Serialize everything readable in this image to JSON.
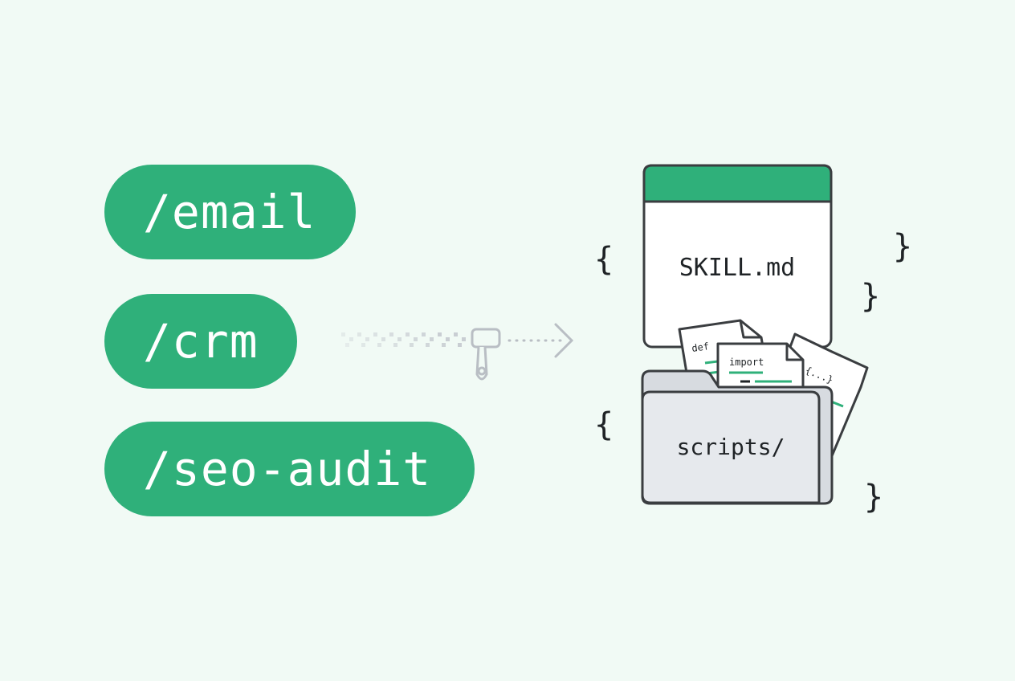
{
  "commands": [
    {
      "label": "/email"
    },
    {
      "label": "/crm"
    },
    {
      "label": "/seo-audit"
    }
  ],
  "skill_file": {
    "name": "SKILL.md"
  },
  "scripts_folder": {
    "name": "scripts/"
  },
  "code_snippets": {
    "def": "def",
    "import": "import",
    "braces": "{...}",
    "tag": "/>"
  },
  "braces": {
    "open": "{",
    "close": "}"
  },
  "colors": {
    "background": "#f1faf5",
    "accent": "#2fb07a",
    "outline": "#3a3d40",
    "folder_fill": "#e3e6ea",
    "connector": "#b9bec4"
  },
  "icons": {
    "connector": "zipper-icon",
    "arrow": "arrow-right-icon"
  }
}
